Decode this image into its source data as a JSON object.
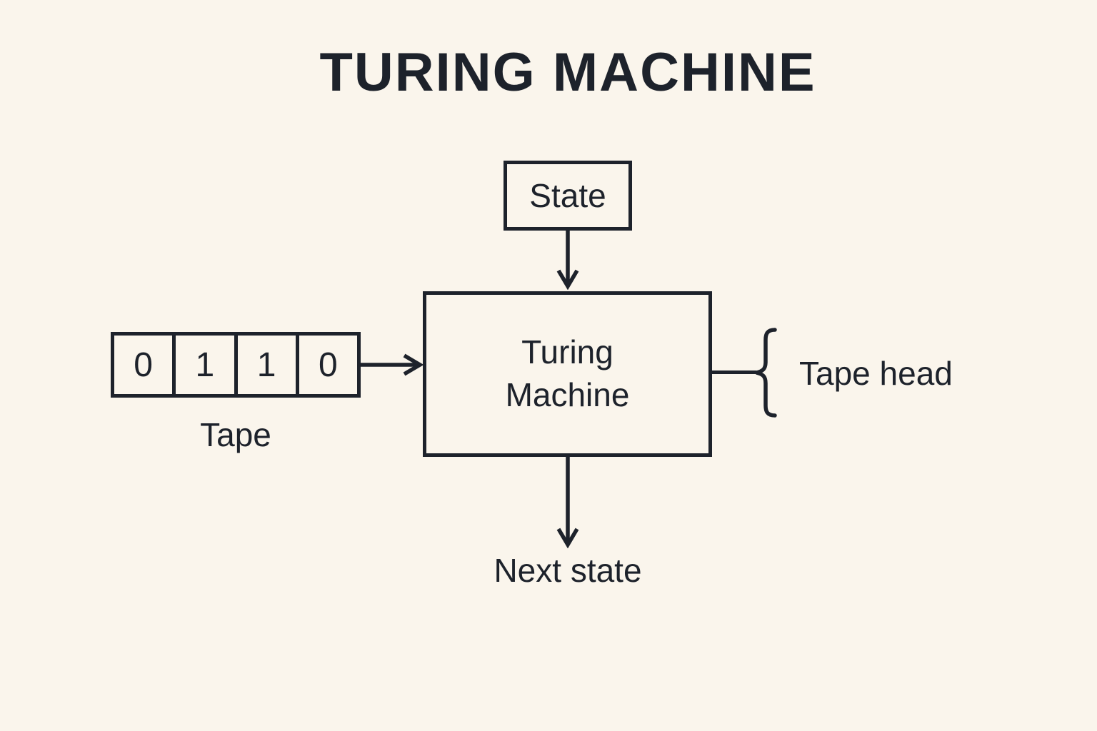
{
  "title": "TURING MACHINE",
  "colors": {
    "background": "#faf5ec",
    "ink": "#1d222b"
  },
  "diagram": {
    "state_box": {
      "label": "State"
    },
    "machine_box": {
      "label": "Turing Machine",
      "lines": [
        "Turing",
        "Machine"
      ]
    },
    "tape": {
      "cells": [
        "0",
        "1",
        "1",
        "0"
      ],
      "label": "Tape"
    },
    "tape_head": {
      "label": "Tape head"
    },
    "next_state": {
      "label": "Next state"
    }
  }
}
